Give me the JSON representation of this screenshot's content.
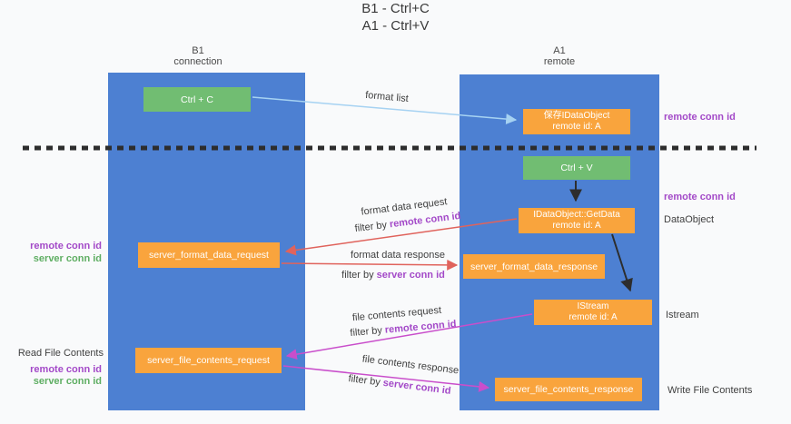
{
  "title": {
    "line1": "B1 - Ctrl+C",
    "line2": "A1 - Ctrl+V"
  },
  "lanes": {
    "left": {
      "name": "B1",
      "role": "connection"
    },
    "right": {
      "name": "A1",
      "role": "remote"
    }
  },
  "boxes": {
    "ctrl_c": {
      "label": "Ctrl + C"
    },
    "save_idataobject": {
      "line1": "保存IDataObject",
      "line2": "remote id: A"
    },
    "ctrl_v": {
      "label": "Ctrl + V"
    },
    "getdata": {
      "line1": "IDataObject::GetData",
      "line2": "remote id: A"
    },
    "format_request": {
      "label": "server_format_data_request"
    },
    "format_response": {
      "label": "server_format_data_response"
    },
    "istream": {
      "line1": "IStream",
      "line2": "remote id: A"
    },
    "file_request": {
      "label": "server_file_contents_request"
    },
    "file_response": {
      "label": "server_file_contents_response"
    }
  },
  "flow_labels": {
    "format_list": "format list",
    "format_data_request": "format data request",
    "format_data_request_filter": {
      "prefix": "filter by ",
      "value": "remote conn id"
    },
    "format_data_response": "format data response",
    "format_data_response_filter": {
      "prefix": "filter by ",
      "value": "server conn id"
    },
    "file_contents_request": "file contents request",
    "file_contents_request_filter": {
      "prefix": "filter by ",
      "value": "remote conn id"
    },
    "file_contents_response": "file contents response",
    "file_contents_response_filter": {
      "prefix": "filter by ",
      "value": "server conn id"
    }
  },
  "side_labels": {
    "left": {
      "remote_conn_id_format": "remote conn id",
      "server_conn_id_format": "server conn id",
      "read_file_contents": "Read File Contents",
      "remote_conn_id_file": "remote conn id",
      "server_conn_id_file": "server conn id"
    },
    "right": {
      "remote_conn_id_top": "remote conn id",
      "remote_conn_id_dataobject": "remote conn id",
      "dataobject": "DataObject",
      "istream": "Istream",
      "write_file_contents": "Write File Contents"
    }
  },
  "colors": {
    "lane_blue": "#4d80d2",
    "box_orange": "#f9a43d",
    "box_green": "#71bd72",
    "arrow_salmon": "#e0635c",
    "arrow_magenta": "#c94ecb",
    "arrow_light_blue": "#a6d2f2",
    "arrow_black": "#2d2d2d",
    "label_purple": "#a349c8",
    "label_green": "#5fae63"
  }
}
